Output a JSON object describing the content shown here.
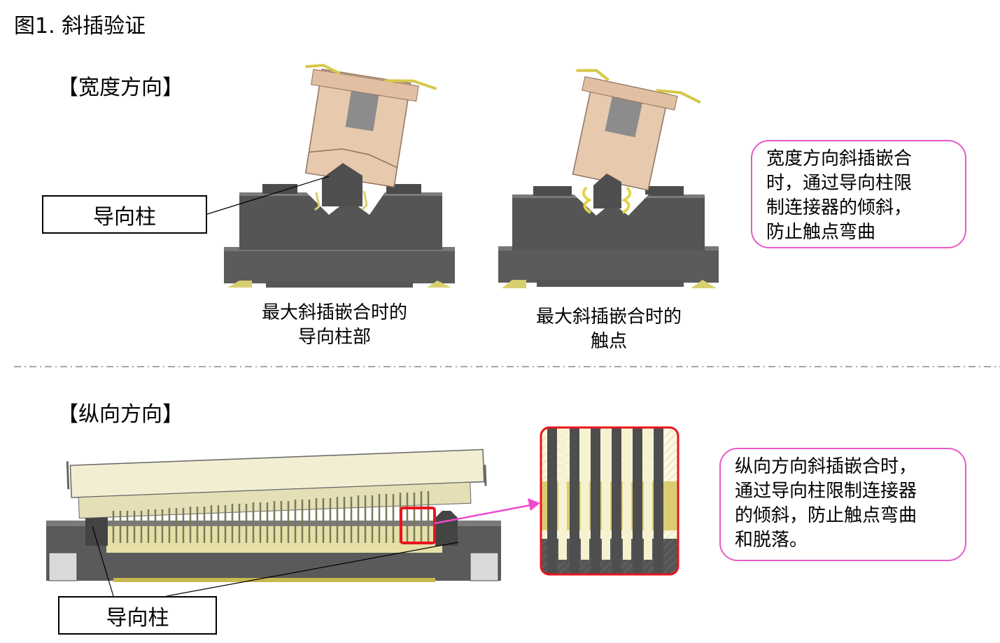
{
  "figure_title": "图1. 斜插验证",
  "section_width": {
    "heading": "【宽度方向】"
  },
  "section_length": {
    "heading": "【纵向方向】"
  },
  "guide_post_label_top": "导向柱",
  "guide_post_label_bottom": "导向柱",
  "caption_guide_post": {
    "line1": "最大斜插嵌合时的",
    "line2": "导向柱部"
  },
  "caption_contact": {
    "line1": "最大斜插嵌合时的",
    "line2": "触点"
  },
  "callout_width": {
    "lines": [
      "宽度方向斜插嵌合",
      "时，通过导向柱限",
      "制连接器的倾斜，",
      "防止触点弯曲"
    ]
  },
  "callout_length": {
    "lines": [
      "纵向方向斜插嵌合时，",
      "通过导向柱限制连接器",
      "的倾斜，防止触点弯曲",
      "和脱落。"
    ]
  },
  "colors": {
    "callout_border": "#e65ac8",
    "zoom_frame": "#e8141c",
    "arrow": "#f04ad0",
    "plug_body": "#e4c4a8",
    "receptacle": "#555555",
    "contact": "#e8dc6a"
  }
}
